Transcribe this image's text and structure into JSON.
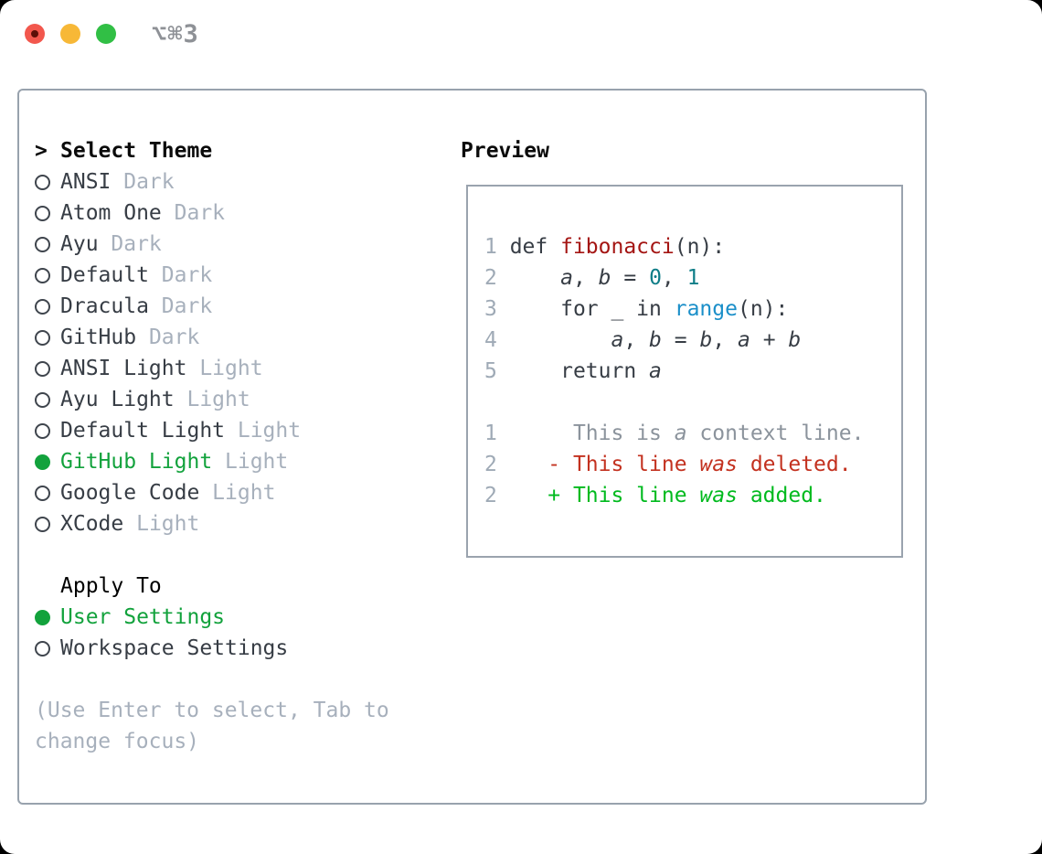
{
  "window": {
    "title": "⌥⌘3"
  },
  "colors": {
    "accent_green": "#12a23c",
    "traffic_red": "#f2574d",
    "traffic_yellow": "#f7b837",
    "traffic_green": "#31bf45",
    "panel_border": "#98a2ad",
    "muted_gray": "#a7b0bc",
    "function_red": "#a41513",
    "number_teal": "#0e7d87",
    "builtin_blue": "#1b8fc9",
    "diff_deleted_red": "#c3311f",
    "diff_added_green": "#00ba1e"
  },
  "theme_picker": {
    "prompt": ">",
    "title": "Select Theme",
    "items": [
      {
        "name": "ANSI",
        "variant": "Dark",
        "selected": false
      },
      {
        "name": "Atom One",
        "variant": "Dark",
        "selected": false
      },
      {
        "name": "Ayu",
        "variant": "Dark",
        "selected": false
      },
      {
        "name": "Default",
        "variant": "Dark",
        "selected": false
      },
      {
        "name": "Dracula",
        "variant": "Dark",
        "selected": false
      },
      {
        "name": "GitHub",
        "variant": "Dark",
        "selected": false
      },
      {
        "name": "ANSI Light",
        "variant": "Light",
        "selected": false
      },
      {
        "name": "Ayu Light",
        "variant": "Light",
        "selected": false
      },
      {
        "name": "Default Light",
        "variant": "Light",
        "selected": false
      },
      {
        "name": "GitHub Light",
        "variant": "Light",
        "selected": true
      },
      {
        "name": "Google Code",
        "variant": "Light",
        "selected": false
      },
      {
        "name": "XCode",
        "variant": "Light",
        "selected": false
      }
    ],
    "apply_to": {
      "title": "Apply To",
      "options": [
        {
          "label": "User Settings",
          "selected": true
        },
        {
          "label": "Workspace Settings",
          "selected": false
        }
      ]
    },
    "hint_line1": "(Use Enter to select, Tab to",
    "hint_line2": "change focus)"
  },
  "preview": {
    "title": "Preview",
    "code_lines": [
      {
        "num": "1",
        "tokens": [
          {
            "t": "def ",
            "c": "p"
          },
          {
            "t": "fibonacci",
            "c": "fn"
          },
          {
            "t": "(n):",
            "c": "p"
          }
        ]
      },
      {
        "num": "2",
        "tokens": [
          {
            "t": "    ",
            "c": "p"
          },
          {
            "t": "a",
            "c": "v"
          },
          {
            "t": ", ",
            "c": "p"
          },
          {
            "t": "b",
            "c": "v"
          },
          {
            "t": " = ",
            "c": "p"
          },
          {
            "t": "0",
            "c": "num"
          },
          {
            "t": ", ",
            "c": "p"
          },
          {
            "t": "1",
            "c": "num"
          }
        ]
      },
      {
        "num": "3",
        "tokens": [
          {
            "t": "    for _ in ",
            "c": "p"
          },
          {
            "t": "range",
            "c": "b"
          },
          {
            "t": "(n):",
            "c": "p"
          }
        ]
      },
      {
        "num": "4",
        "tokens": [
          {
            "t": "        ",
            "c": "p"
          },
          {
            "t": "a",
            "c": "v"
          },
          {
            "t": ", ",
            "c": "p"
          },
          {
            "t": "b",
            "c": "v"
          },
          {
            "t": " = ",
            "c": "p"
          },
          {
            "t": "b",
            "c": "v"
          },
          {
            "t": ", ",
            "c": "p"
          },
          {
            "t": "a",
            "c": "v"
          },
          {
            "t": " + ",
            "c": "p"
          },
          {
            "t": "b",
            "c": "v"
          }
        ]
      },
      {
        "num": "5",
        "tokens": [
          {
            "t": "    return ",
            "c": "p"
          },
          {
            "t": "a",
            "c": "v"
          }
        ]
      }
    ],
    "diff_lines": [
      {
        "num": "1",
        "kind": "ctx",
        "tokens": [
          {
            "t": "     This is ",
            "c": "d"
          },
          {
            "t": "a",
            "c": "di"
          },
          {
            "t": " context line.",
            "c": "d"
          }
        ]
      },
      {
        "num": "2",
        "kind": "del",
        "tokens": [
          {
            "t": "   - This line ",
            "c": "d"
          },
          {
            "t": "was",
            "c": "di"
          },
          {
            "t": " deleted.",
            "c": "d"
          }
        ]
      },
      {
        "num": "2",
        "kind": "add",
        "tokens": [
          {
            "t": "   + This line ",
            "c": "d"
          },
          {
            "t": "was",
            "c": "di"
          },
          {
            "t": " added.",
            "c": "d"
          }
        ]
      }
    ]
  }
}
